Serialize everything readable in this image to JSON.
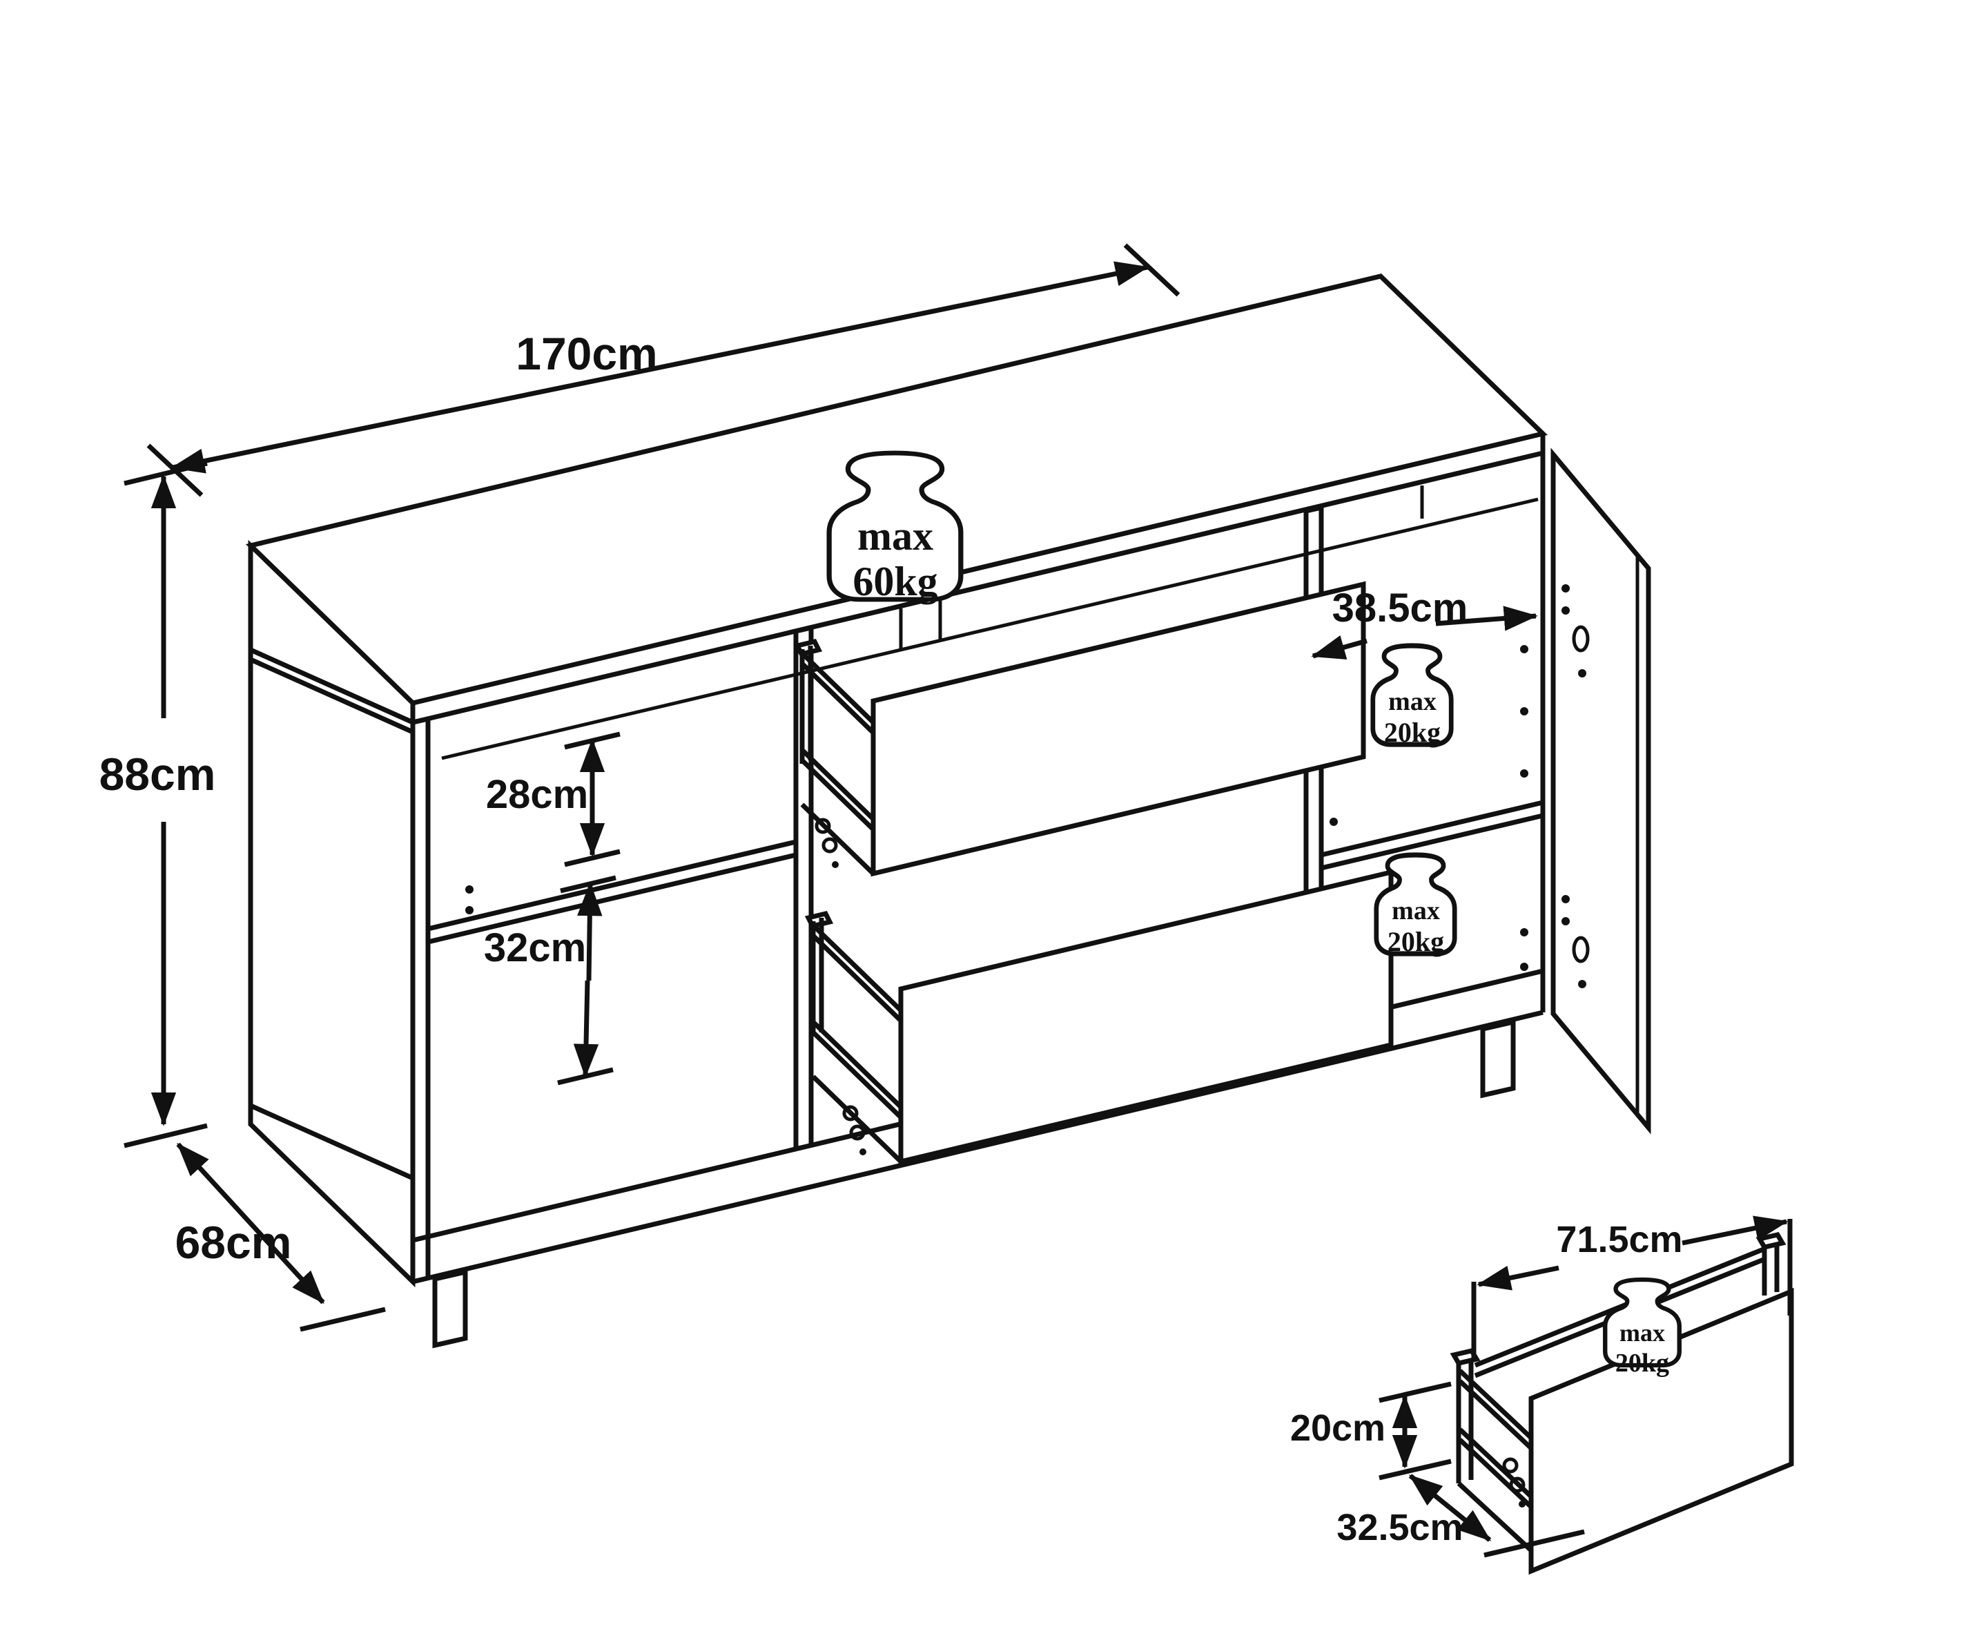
{
  "labels": {
    "cabinet_width": "170cm",
    "cabinet_height": "88cm",
    "cabinet_depth": "68cm",
    "left_compartment_upper_height": "28cm",
    "left_compartment_lower_height": "32cm",
    "right_compartment_width": "38.5cm",
    "drawer_width": "71.5cm",
    "drawer_height": "20cm",
    "drawer_depth": "32.5cm"
  },
  "weight_limits": {
    "top_surface": {
      "line1": "max",
      "line2": "60kg"
    },
    "right_shelf_upper": {
      "line1": "max",
      "line2": "20kg"
    },
    "right_shelf_lower": {
      "line1": "max",
      "line2": "20kg"
    },
    "drawer": {
      "line1": "max",
      "line2": "20kg"
    }
  },
  "colors": {
    "line": "#111111",
    "background": "#ffffff"
  }
}
